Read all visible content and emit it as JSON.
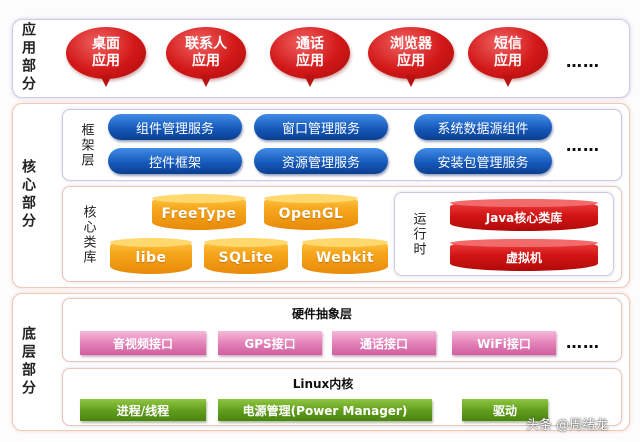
{
  "layers": {
    "application": {
      "label": "应用部分",
      "apps": [
        "桌面应用",
        "联系人应用",
        "通话应用",
        "浏览器应用",
        "短信应用"
      ],
      "app_lines": [
        [
          "桌面",
          "应用"
        ],
        [
          "联系人",
          "应用"
        ],
        [
          "通话",
          "应用"
        ],
        [
          "浏览器",
          "应用"
        ],
        [
          "短信",
          "应用"
        ]
      ],
      "more": "……"
    },
    "core": {
      "label": "核心部分",
      "framework": {
        "label": "框架层",
        "items": [
          "组件管理服务",
          "窗口管理服务",
          "系统数据源组件",
          "控件框架",
          "资源管理服务",
          "安装包管理服务"
        ],
        "more": "……"
      },
      "libraries": {
        "label": "核心类库",
        "items": [
          "FreeType",
          "OpenGL",
          "libe",
          "SQLite",
          "Webkit"
        ]
      },
      "runtime": {
        "label": "运行时",
        "items": [
          "Java核心类库",
          "虚拟机"
        ]
      }
    },
    "bottom": {
      "label": "底层部分",
      "hal": {
        "title": "硬件抽象层",
        "items": [
          "音视频接口",
          "GPS接口",
          "通话接口",
          "WiFi接口"
        ],
        "more": "……"
      },
      "kernel": {
        "title": "Linux内核",
        "items": [
          "进程/线程",
          "电源管理(Power Manager)",
          "驱动"
        ]
      }
    }
  },
  "watermark": "头条 @周绪龙",
  "colors": {
    "app_bubble": "#d21818",
    "framework_pill": "#1456b8",
    "library_cylinder": "#f7a71c",
    "runtime_cylinder": "#d31515",
    "hal_bar": "#e27fb6",
    "kernel_bar": "#5f9c1c"
  }
}
